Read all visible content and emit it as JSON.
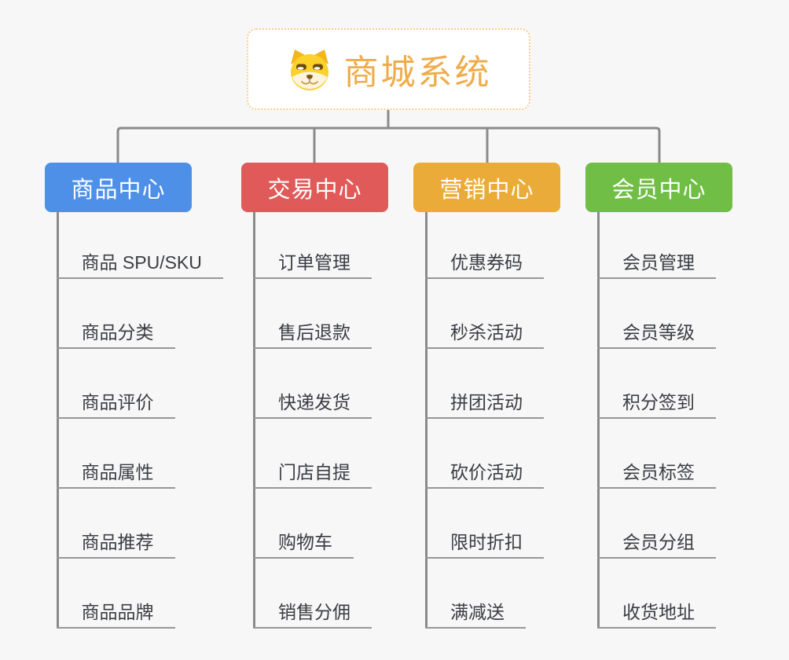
{
  "canvas": {
    "background_color": "#F7F7F7",
    "connector_color": "#8A8A8A",
    "underline_color": "#97979A",
    "leaf_text_color": "#3B3D44"
  },
  "root": {
    "title": "商城系统",
    "icon": "dog-face-icon",
    "title_color": "#EFAC4B",
    "border_color": "#F3CE8B",
    "background_color": "#FFFFFF"
  },
  "branches": [
    {
      "label": "商品中心",
      "color": "#4E90E8",
      "children": [
        "商品 SPU/SKU",
        "商品分类",
        "商品评价",
        "商品属性",
        "商品推荐",
        "商品品牌"
      ]
    },
    {
      "label": "交易中心",
      "color": "#E15A5A",
      "children": [
        "订单管理",
        "售后退款",
        "快递发货",
        "门店自提",
        "购物车",
        "销售分佣"
      ]
    },
    {
      "label": "营销中心",
      "color": "#EAAB38",
      "children": [
        "优惠券码",
        "秒杀活动",
        "拼团活动",
        "砍价活动",
        "限时折扣",
        "满减送"
      ]
    },
    {
      "label": "会员中心",
      "color": "#70BE45",
      "children": [
        "会员管理",
        "会员等级",
        "积分签到",
        "会员标签",
        "会员分组",
        "收货地址"
      ]
    }
  ]
}
